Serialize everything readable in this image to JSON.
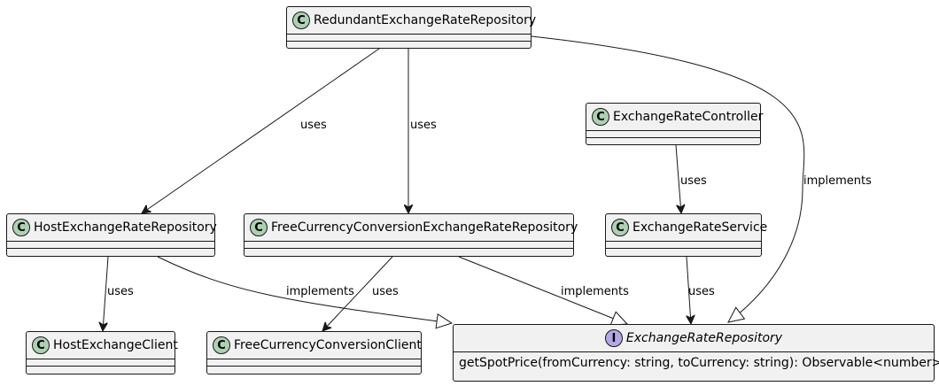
{
  "classes": {
    "redundant": {
      "name": "RedundantExchangeRateRepository",
      "stereotype": "C"
    },
    "host_repo": {
      "name": "HostExchangeRateRepository",
      "stereotype": "C"
    },
    "free_repo": {
      "name": "FreeCurrencyConversionExchangeRateRepository",
      "stereotype": "C"
    },
    "controller": {
      "name": "ExchangeRateController",
      "stereotype": "C"
    },
    "service": {
      "name": "ExchangeRateService",
      "stereotype": "C"
    },
    "host_client": {
      "name": "HostExchangeClient",
      "stereotype": "C"
    },
    "free_client": {
      "name": "FreeCurrencyConversionClient",
      "stereotype": "C"
    },
    "repository_iface": {
      "name": "ExchangeRateRepository",
      "stereotype": "I",
      "method": "getSpotPrice(fromCurrency: string, toCurrency: string): Observable<number>"
    }
  },
  "edges": {
    "redundant_host": "uses",
    "redundant_free": "uses",
    "redundant_impl": "implements",
    "controller_service": "uses",
    "host_client": "uses",
    "host_impl": "implements",
    "free_client": "uses",
    "free_impl": "implements",
    "service_repo": "uses"
  }
}
